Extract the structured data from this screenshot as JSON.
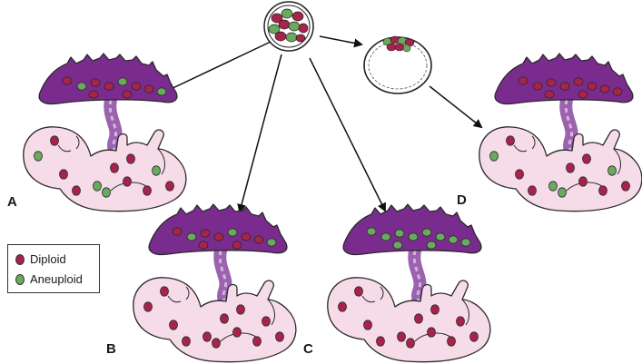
{
  "panels": [
    {
      "label": "A",
      "placenta": "mixed",
      "fetus": "mixed"
    },
    {
      "label": "B",
      "placenta": "mixed",
      "fetus": "diploid"
    },
    {
      "label": "C",
      "placenta": "aneuploid",
      "fetus": "diploid"
    },
    {
      "label": "D",
      "placenta": "diploid",
      "fetus": "mixed"
    }
  ],
  "legend": [
    {
      "label": "Diploid",
      "color": "#a8234a"
    },
    {
      "label": "Aneuploid",
      "color": "#6aaa5e"
    }
  ],
  "colors": {
    "placenta": "#7a2c8e",
    "fetus": "#f6dbe8",
    "outline": "#2a2a2a",
    "diploid": "#a8234a",
    "aneuploid": "#6aaa5e"
  }
}
